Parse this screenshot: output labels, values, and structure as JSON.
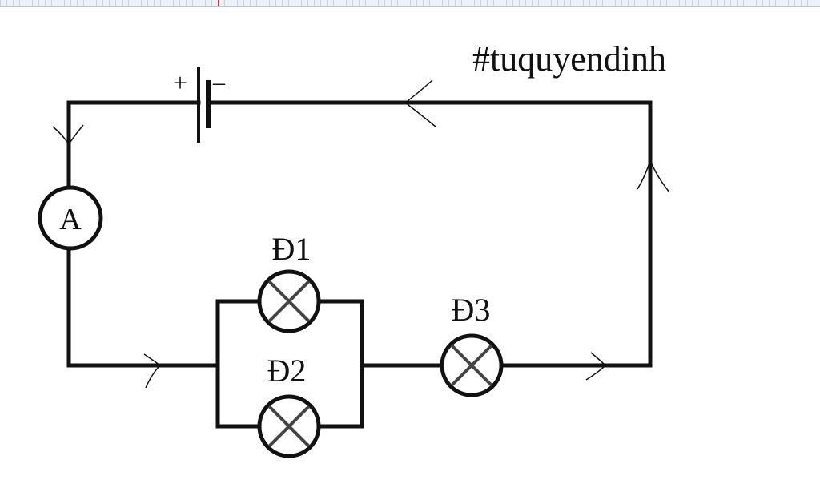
{
  "diagram": {
    "watermark": "#tuquyendinh",
    "battery": {
      "plus_label": "+",
      "minus_label": "–"
    },
    "ammeter": {
      "label": "A"
    },
    "lamps": [
      {
        "id": "d1",
        "label": "Đ1"
      },
      {
        "id": "d2",
        "label": "Đ2"
      },
      {
        "id": "d3",
        "label": "Đ3"
      }
    ],
    "colors": {
      "wire": "#111111",
      "background": "#ffffff",
      "ruler_tick": "#c9d3e0",
      "ruler_mark": "#e03030"
    }
  }
}
